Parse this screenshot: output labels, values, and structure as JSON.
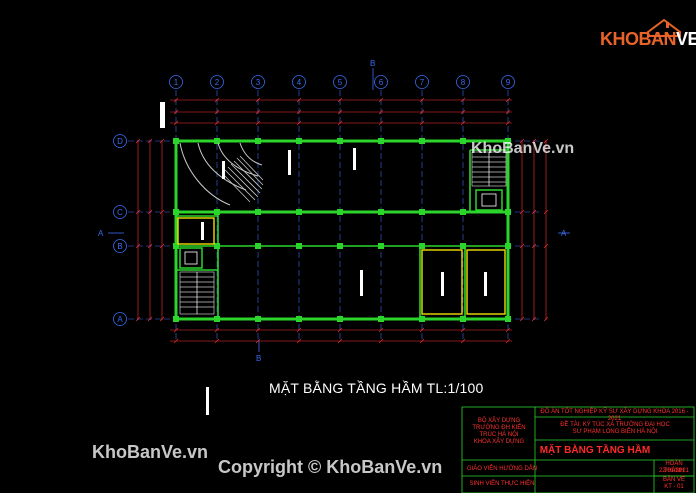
{
  "brand": {
    "logo_text_a": "KHOBAN",
    "logo_text_b": "VE",
    "watermark": "KhoBanVe.vn",
    "copyright": "Copyright © KhoBanVe.vn"
  },
  "drawing": {
    "caption": "MẶT BẰNG TẦNG HẦM TL:1/100",
    "grid_columns": [
      "1",
      "2",
      "3",
      "4",
      "5",
      "6",
      "7",
      "8",
      "9"
    ],
    "grid_rows": [
      "D",
      "C",
      "B",
      "A"
    ],
    "section_marks": [
      "A",
      "B"
    ]
  },
  "title_block": {
    "school": "BỘ XÂY DỰNG\nTRƯỜNG ĐH KIẾN TRÚC HÀ NỘI\nKHOA XÂY DỰNG",
    "project": "ĐỒ ÁN TỐT NGHIỆP KỸ SƯ XÂY DỰNG KHÓA 2016 - 2021",
    "topic": "ĐỀ TÀI: KÝ TÚC XÁ TRƯỜNG ĐẠI HỌC SƯ PHẠM LONG BIÊN HÀ NỘI",
    "sheet_title": "MẶT BẰNG TẦNG HẦM",
    "advisor": "GIÁO VIÊN HƯỚNG DẪN",
    "student": "SINH VIÊN THỰC HIỆN",
    "date_label": "HOÀN THÀNH",
    "date": "22/01/2021",
    "sheet_label": "BẢN VẼ",
    "sheet_no": "KT - 01"
  },
  "colors": {
    "background": "#000000",
    "wall": "#2bd52b",
    "grid": "#3a6cf0",
    "dimension": "#ff3030",
    "stair": "#c8c8c8",
    "door": "#f0e000",
    "accent": "#e8632a"
  }
}
